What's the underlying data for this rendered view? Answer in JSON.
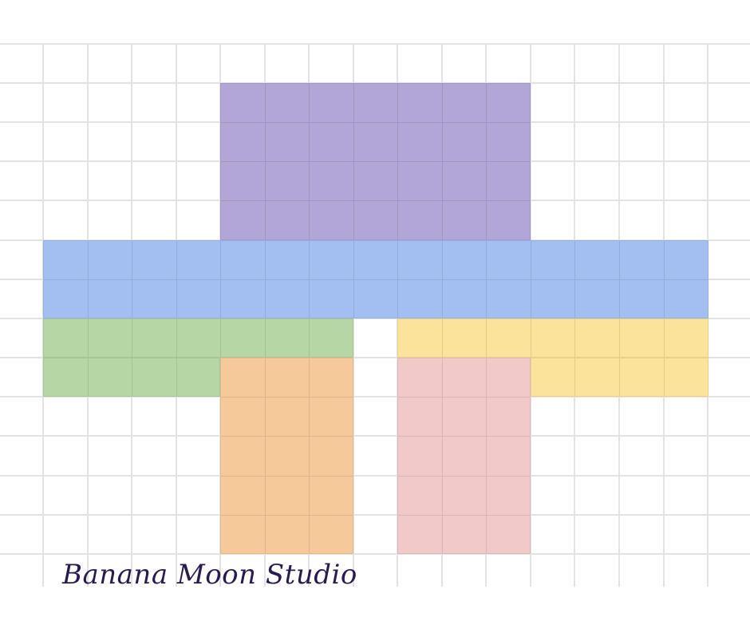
{
  "signature": "Banana Moon Studio",
  "colors": {
    "grid": "#e3e3e3",
    "purple": "#b2a6d6",
    "blue": "#a3bff2",
    "green": "#b6d6a6",
    "yellow": "#fce39a",
    "orange": "#f5c99a",
    "pink": "#f2c9c9",
    "signature": "#2b1a4f"
  },
  "blocks": [
    {
      "name": "purple-block",
      "color": "purple"
    },
    {
      "name": "blue-band",
      "color": "blue"
    },
    {
      "name": "green-block",
      "color": "green"
    },
    {
      "name": "yellow-block",
      "color": "yellow"
    },
    {
      "name": "orange-block",
      "color": "orange"
    },
    {
      "name": "pink-block",
      "color": "pink"
    }
  ]
}
